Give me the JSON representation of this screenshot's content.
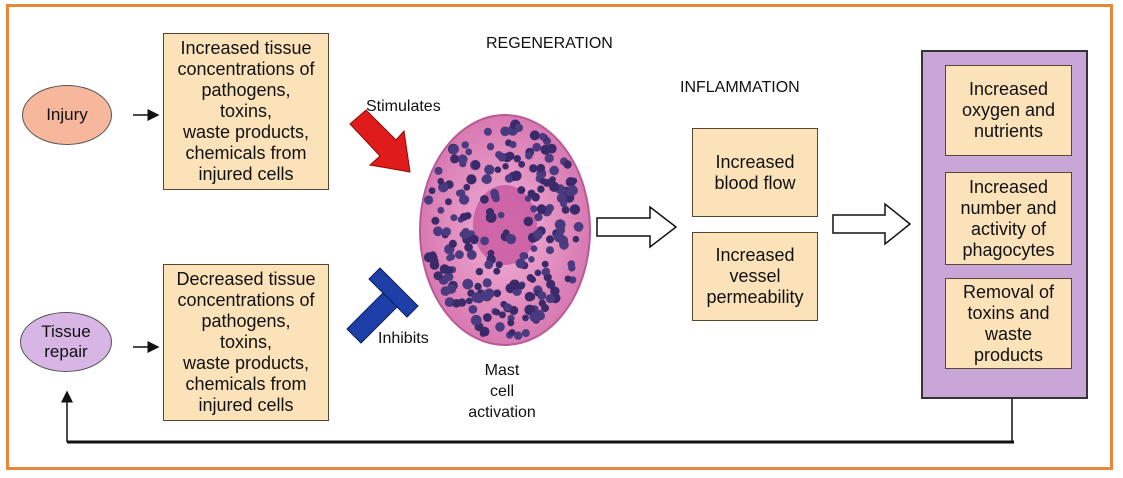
{
  "headings": {
    "regeneration": "REGENERATION",
    "inflammation": "INFLAMMATION"
  },
  "ovals": {
    "injury": "Injury",
    "tissue_repair": "Tissue\nrepair"
  },
  "boxes": {
    "increased_concentrations": "Increased tissue\nconcentrations of\npathogens,\ntoxins,\nwaste products,\nchemicals from\ninjured cells",
    "decreased_concentrations": "Decreased tissue\nconcentrations of\npathogens,\ntoxins,\nwaste products,\nchemicals from\ninjured cells",
    "increased_blood_flow": "Increased\nblood flow",
    "increased_permeability": "Increased\nvessel\npermeability",
    "increased_oxygen": "Increased\noxygen and\nnutrients",
    "increased_phagocytes": "Increased\nnumber and\nactivity of\nphagocytes",
    "removal_toxins": "Removal of\ntoxins and\nwaste\nproducts"
  },
  "labels": {
    "stimulates": "Stimulates",
    "inhibits": "Inhibits",
    "mast_cell": "Mast\ncell\nactivation"
  },
  "colors": {
    "frame": "#e8873a",
    "box_fill": "#fbe2b9",
    "panel_fill": "#c8a6d8",
    "injury_fill": "#f7b79c",
    "repair_fill": "#d7b6e6",
    "stimulate_arrow": "#e01b1b",
    "inhibit_symbol": "#1f3fa8",
    "cell_body": "#e79ac4",
    "granule": "#3b2a6a"
  }
}
